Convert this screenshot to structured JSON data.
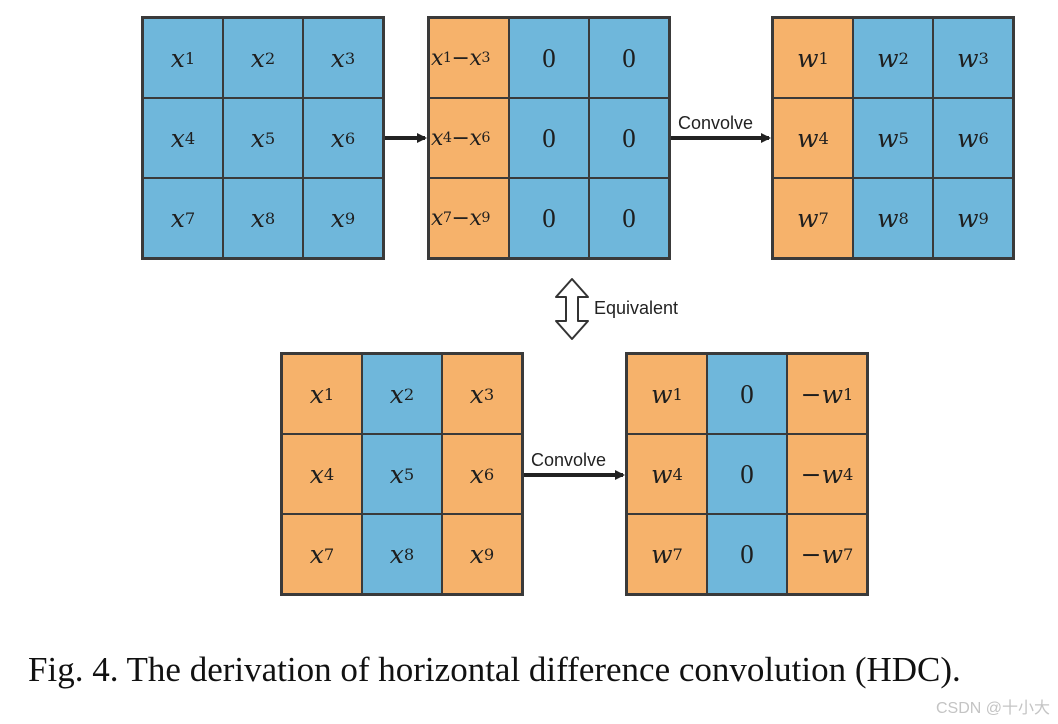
{
  "grids": {
    "g1": [
      "x1",
      "x2",
      "x3",
      "x4",
      "x5",
      "x6",
      "x7",
      "x8",
      "x9"
    ],
    "g2": [
      "x1−x3",
      "0",
      "0",
      "x4−x6",
      "0",
      "0",
      "x7−x9",
      "0",
      "0"
    ],
    "g3": [
      "w1",
      "w2",
      "w3",
      "w4",
      "w5",
      "w6",
      "w7",
      "w8",
      "w9"
    ],
    "g4": [
      "x1",
      "x2",
      "x3",
      "x4",
      "x5",
      "x6",
      "x7",
      "x8",
      "x9"
    ],
    "g5": [
      "w1",
      "0",
      "−w1",
      "w4",
      "0",
      "−w4",
      "w7",
      "0",
      "−w7"
    ]
  },
  "labels": {
    "convolve_top": "Convolve",
    "convolve_bottom": "Convolve",
    "equivalent": "Equivalent"
  },
  "caption": "Fig. 4.   The derivation of horizontal difference convolution (HDC).",
  "watermark": "CSDN @十小大",
  "colors": {
    "blue": "#6fb7db",
    "orange": "#f6b26b",
    "border": "#3a3a3a",
    "arrow": "#222222"
  }
}
